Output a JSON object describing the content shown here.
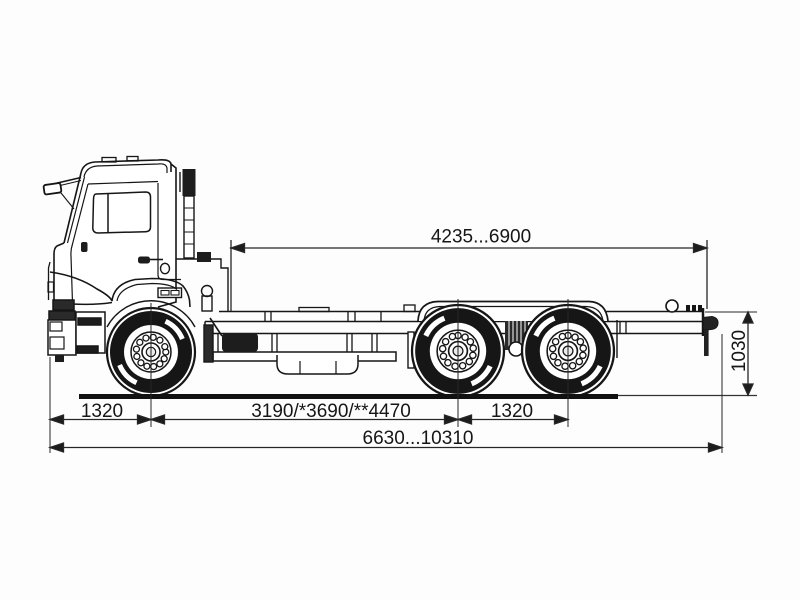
{
  "meta": {
    "title": "Truck chassis dimensional side-view drawing",
    "vehicle": "cab-over truck chassis 6x4"
  },
  "colors": {
    "background": "#fdfdfd",
    "line": "#1c1c1c",
    "dim_line": "#262626"
  },
  "dimensions": {
    "top_span": "4235...6900",
    "frame_height": "1030",
    "front_overhang": "1320",
    "wheelbase": "3190/*3690/**4470",
    "rear_bogie": "1320",
    "overall_length": "6630...10310"
  }
}
